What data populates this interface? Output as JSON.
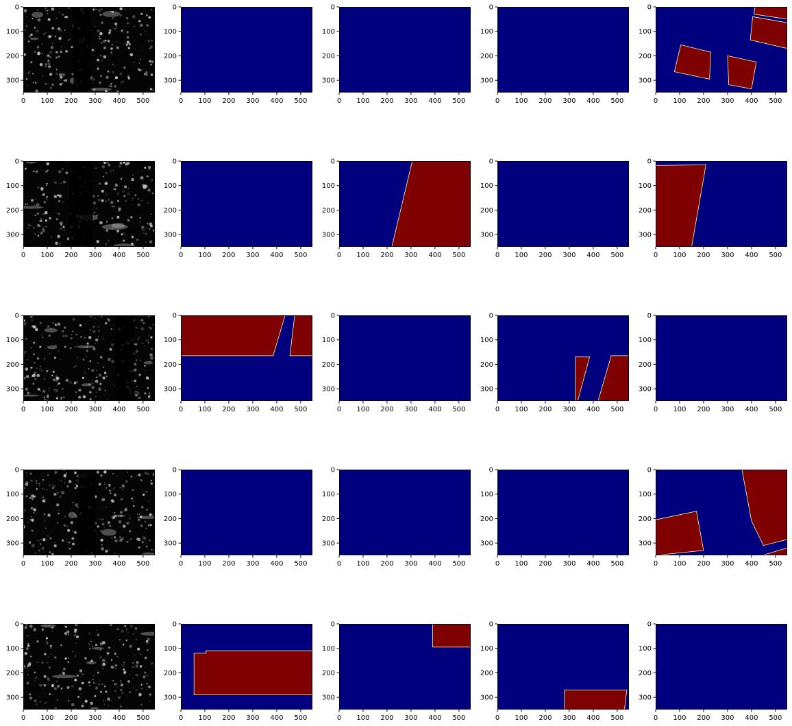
{
  "colors": {
    "mask_background": "#00007f",
    "mask_region": "#7f0000",
    "mask_edge": "#ffffaa",
    "photo_background": "#050505",
    "cloud": "#d8d8d2",
    "page": "#ffffff"
  },
  "chart_data": {
    "type": "heatmap",
    "layout": {
      "rows": 5,
      "cols": 5
    },
    "image_extent": {
      "width": 549,
      "height": 350
    },
    "x_axis": {
      "ticks": [
        0,
        100,
        200,
        300,
        400,
        500
      ],
      "tick_labels": [
        "0",
        "100",
        "200",
        "300",
        "400",
        "500"
      ]
    },
    "y_axis": {
      "ticks": [
        0,
        100,
        200,
        300
      ],
      "tick_labels": [
        "0",
        "100",
        "200",
        "300"
      ],
      "inverted": true
    },
    "colormap": "jet",
    "mask_values": {
      "background": 0,
      "region": 1
    },
    "panels": [
      {
        "row": 0,
        "col": 0,
        "kind": "satellite-image",
        "dark_strip_x": [
          210,
          280
        ],
        "bright_strip_x": [
          160,
          235
        ]
      },
      {
        "row": 0,
        "col": 1,
        "kind": "mask",
        "regions": []
      },
      {
        "row": 0,
        "col": 2,
        "kind": "mask",
        "regions": []
      },
      {
        "row": 0,
        "col": 3,
        "kind": "mask",
        "regions": []
      },
      {
        "row": 0,
        "col": 4,
        "kind": "mask",
        "regions": [
          [
            [
              105,
              155
            ],
            [
              230,
              185
            ],
            [
              225,
              295
            ],
            [
              78,
              265
            ]
          ],
          [
            [
              300,
              200
            ],
            [
              420,
              225
            ],
            [
              400,
              335
            ],
            [
              305,
              318
            ]
          ],
          [
            [
              405,
              40
            ],
            [
              549,
              65
            ],
            [
              549,
              170
            ],
            [
              395,
              135
            ]
          ],
          [
            [
              415,
              0
            ],
            [
              549,
              0
            ],
            [
              549,
              50
            ],
            [
              410,
              30
            ]
          ]
        ]
      },
      {
        "row": 1,
        "col": 0,
        "kind": "satellite-image",
        "dark_strip_x": [
          190,
          290
        ],
        "bright_strip_x": []
      },
      {
        "row": 1,
        "col": 1,
        "kind": "mask",
        "regions": []
      },
      {
        "row": 1,
        "col": 2,
        "kind": "mask",
        "regions": [
          [
            [
              305,
              0
            ],
            [
              549,
              0
            ],
            [
              549,
              350
            ],
            [
              220,
              350
            ]
          ]
        ]
      },
      {
        "row": 1,
        "col": 3,
        "kind": "mask",
        "regions": []
      },
      {
        "row": 1,
        "col": 4,
        "kind": "mask",
        "regions": [
          [
            [
              0,
              18
            ],
            [
              210,
              15
            ],
            [
              150,
              350
            ],
            [
              0,
              350
            ]
          ]
        ]
      },
      {
        "row": 2,
        "col": 0,
        "kind": "satellite-image",
        "dark_strip_x": [
          385,
          460
        ],
        "bright_strip_x": []
      },
      {
        "row": 2,
        "col": 1,
        "kind": "mask",
        "regions": [
          [
            [
              0,
              0
            ],
            [
              435,
              0
            ],
            [
              385,
              165
            ],
            [
              0,
              165
            ]
          ],
          [
            [
              475,
              0
            ],
            [
              549,
              0
            ],
            [
              549,
              165
            ],
            [
              455,
              165
            ]
          ]
        ]
      },
      {
        "row": 2,
        "col": 2,
        "kind": "mask",
        "regions": []
      },
      {
        "row": 2,
        "col": 3,
        "kind": "mask",
        "regions": [
          [
            [
              325,
              170
            ],
            [
              385,
              170
            ],
            [
              335,
              350
            ],
            [
              325,
              350
            ]
          ],
          [
            [
              475,
              165
            ],
            [
              549,
              165
            ],
            [
              549,
              350
            ],
            [
              420,
              350
            ]
          ]
        ]
      },
      {
        "row": 2,
        "col": 4,
        "kind": "mask",
        "regions": []
      },
      {
        "row": 3,
        "col": 0,
        "kind": "satellite-image",
        "dark_strip_x": [
          230,
          300
        ],
        "bright_strip_x": []
      },
      {
        "row": 3,
        "col": 1,
        "kind": "mask",
        "regions": []
      },
      {
        "row": 3,
        "col": 2,
        "kind": "mask",
        "regions": []
      },
      {
        "row": 3,
        "col": 3,
        "kind": "mask",
        "regions": []
      },
      {
        "row": 3,
        "col": 4,
        "kind": "mask",
        "regions": [
          [
            [
              0,
              205
            ],
            [
              170,
              170
            ],
            [
              200,
              330
            ],
            [
              0,
              350
            ]
          ],
          [
            [
              360,
              0
            ],
            [
              549,
              0
            ],
            [
              549,
              285
            ],
            [
              450,
              310
            ],
            [
              400,
              210
            ]
          ],
          [
            [
              445,
              350
            ],
            [
              549,
              320
            ],
            [
              549,
              350
            ]
          ]
        ]
      },
      {
        "row": 4,
        "col": 0,
        "kind": "satellite-image",
        "dark_strip_x": [],
        "bright_strip_x": []
      },
      {
        "row": 4,
        "col": 1,
        "kind": "mask",
        "regions": [
          [
            [
              55,
              120
            ],
            [
              105,
              120
            ],
            [
              105,
              110
            ],
            [
              549,
              110
            ],
            [
              549,
              290
            ],
            [
              55,
              290
            ]
          ]
        ]
      },
      {
        "row": 4,
        "col": 2,
        "kind": "mask",
        "regions": [
          [
            [
              390,
              0
            ],
            [
              549,
              0
            ],
            [
              549,
              95
            ],
            [
              390,
              95
            ]
          ]
        ]
      },
      {
        "row": 4,
        "col": 3,
        "kind": "mask",
        "regions": [
          [
            [
              280,
              270
            ],
            [
              540,
              270
            ],
            [
              530,
              350
            ],
            [
              280,
              350
            ]
          ]
        ]
      },
      {
        "row": 4,
        "col": 4,
        "kind": "mask",
        "regions": []
      }
    ]
  }
}
